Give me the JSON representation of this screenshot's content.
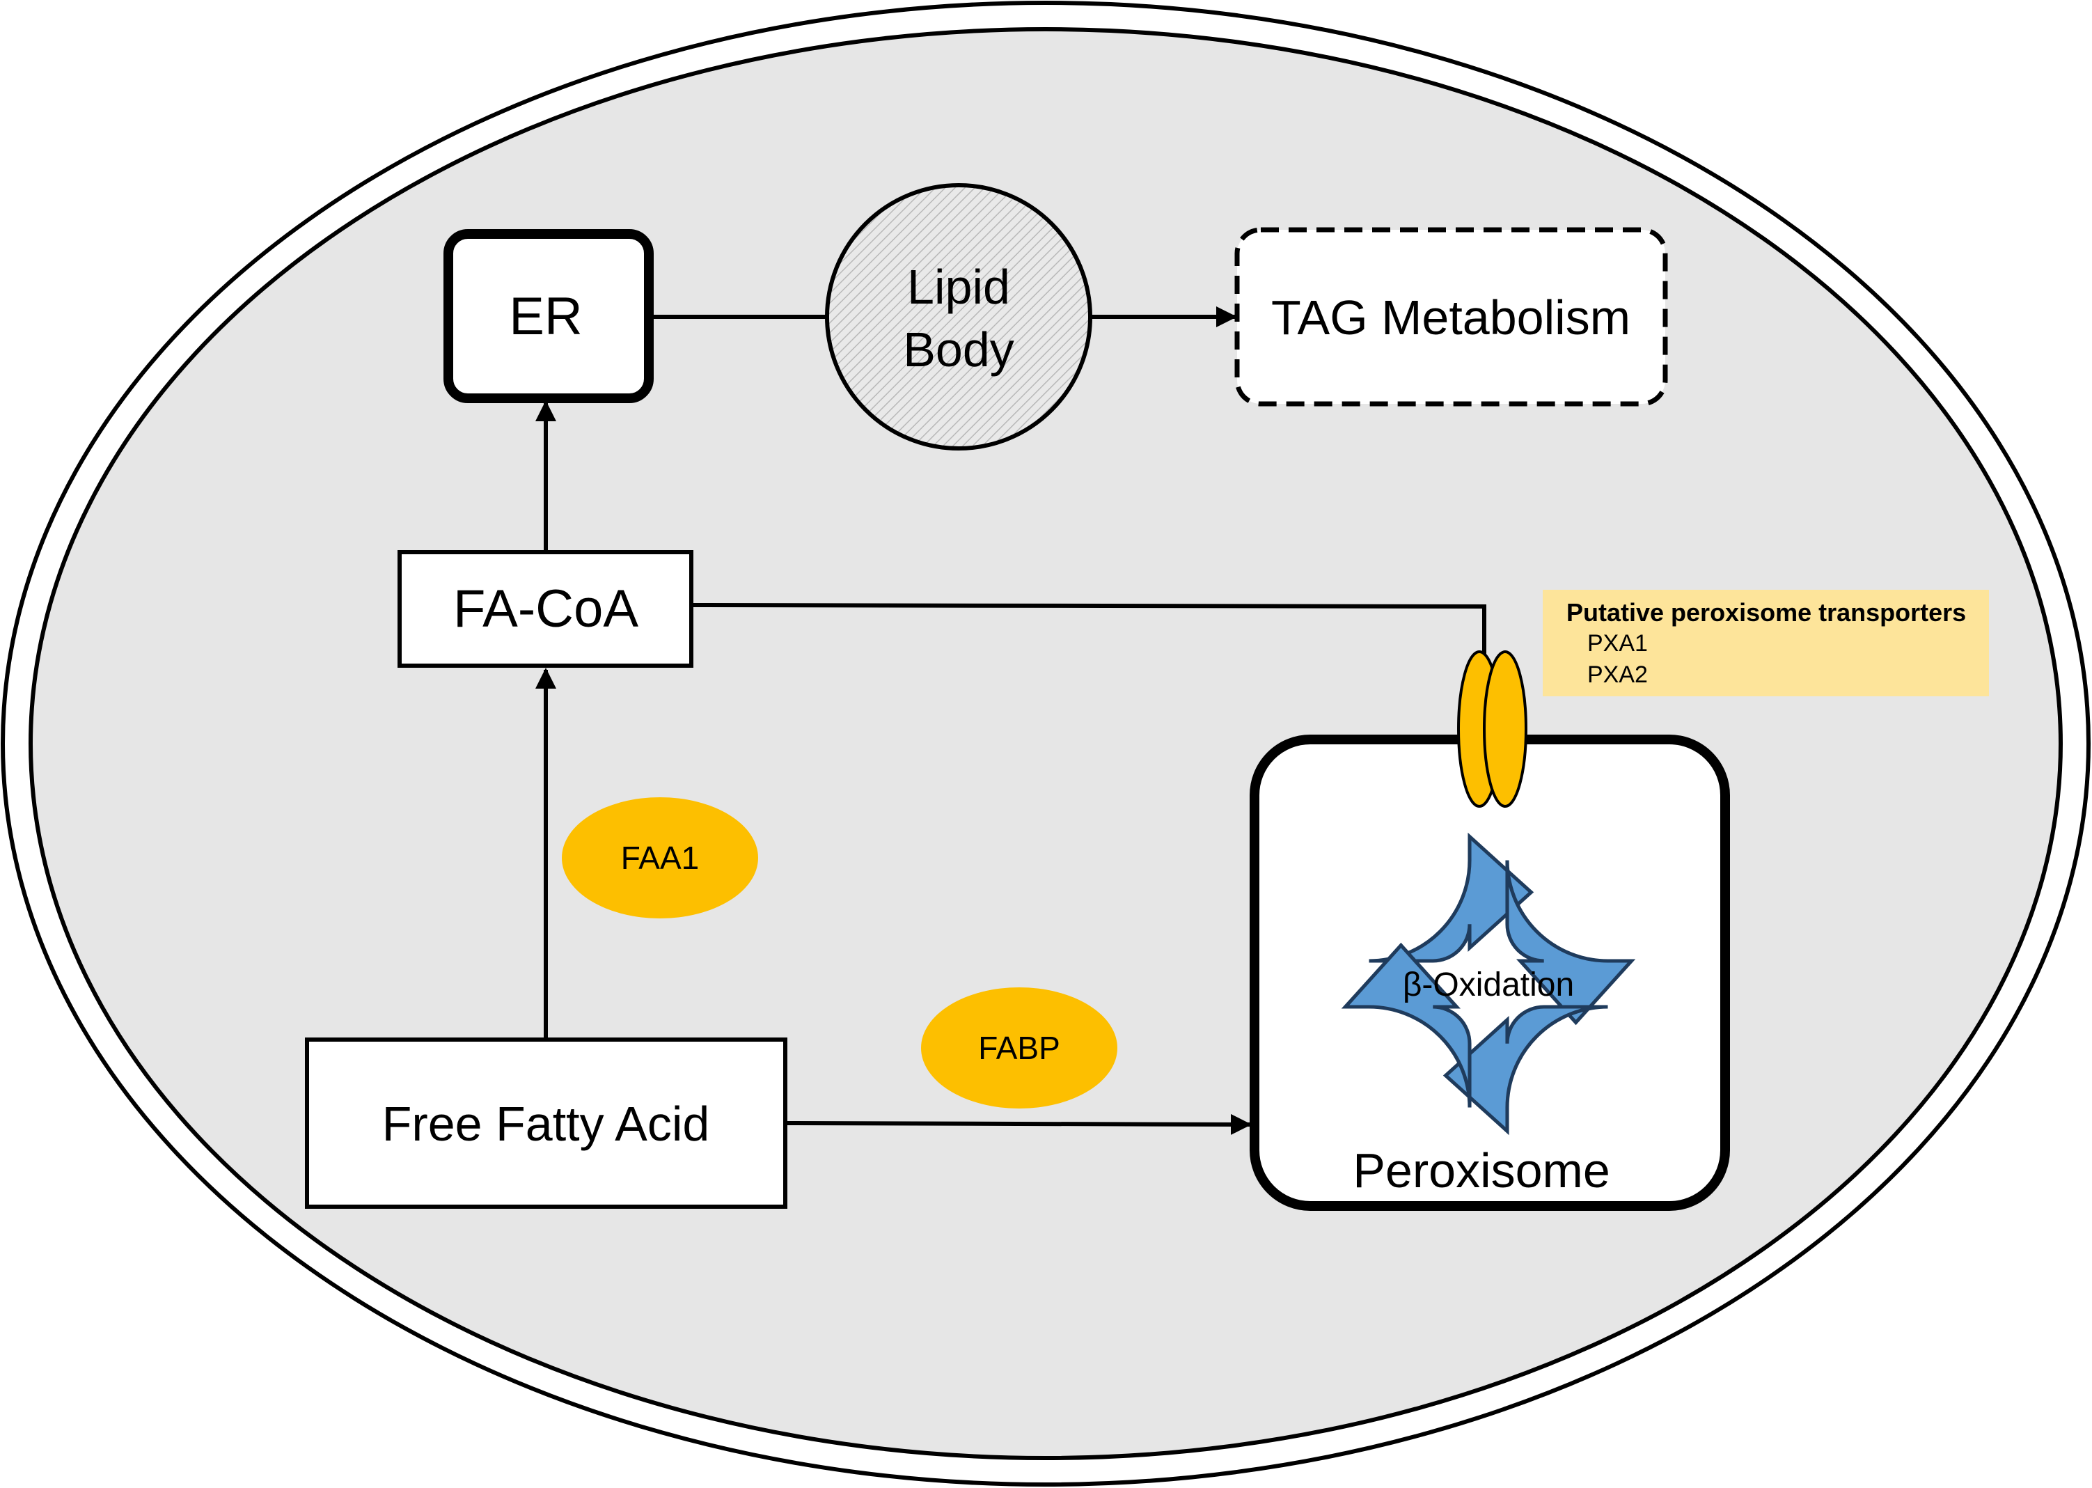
{
  "nodes": {
    "er": {
      "label": "ER"
    },
    "lipid_body": {
      "line1": "Lipid",
      "line2": "Body"
    },
    "tag_metabolism": {
      "label": "TAG Metabolism"
    },
    "fa_coa": {
      "label": "FA-CoA"
    },
    "free_fatty_acid": {
      "label": "Free Fatty Acid"
    },
    "peroxisome": {
      "label": "Peroxisome"
    },
    "beta_oxidation": {
      "label": "β-Oxidation"
    }
  },
  "enzymes": {
    "faa1": {
      "label": "FAA1"
    },
    "fabp": {
      "label": "FABP"
    }
  },
  "transporters": {
    "title": "Putative peroxisome transporters",
    "items": [
      "PXA1",
      "PXA2"
    ]
  },
  "colors": {
    "cell_fill": "#e6e6e6",
    "enzyme": "#fdbf00",
    "cycle_arrow": "#5b9bd5",
    "legend_fill": "#fde49a"
  }
}
